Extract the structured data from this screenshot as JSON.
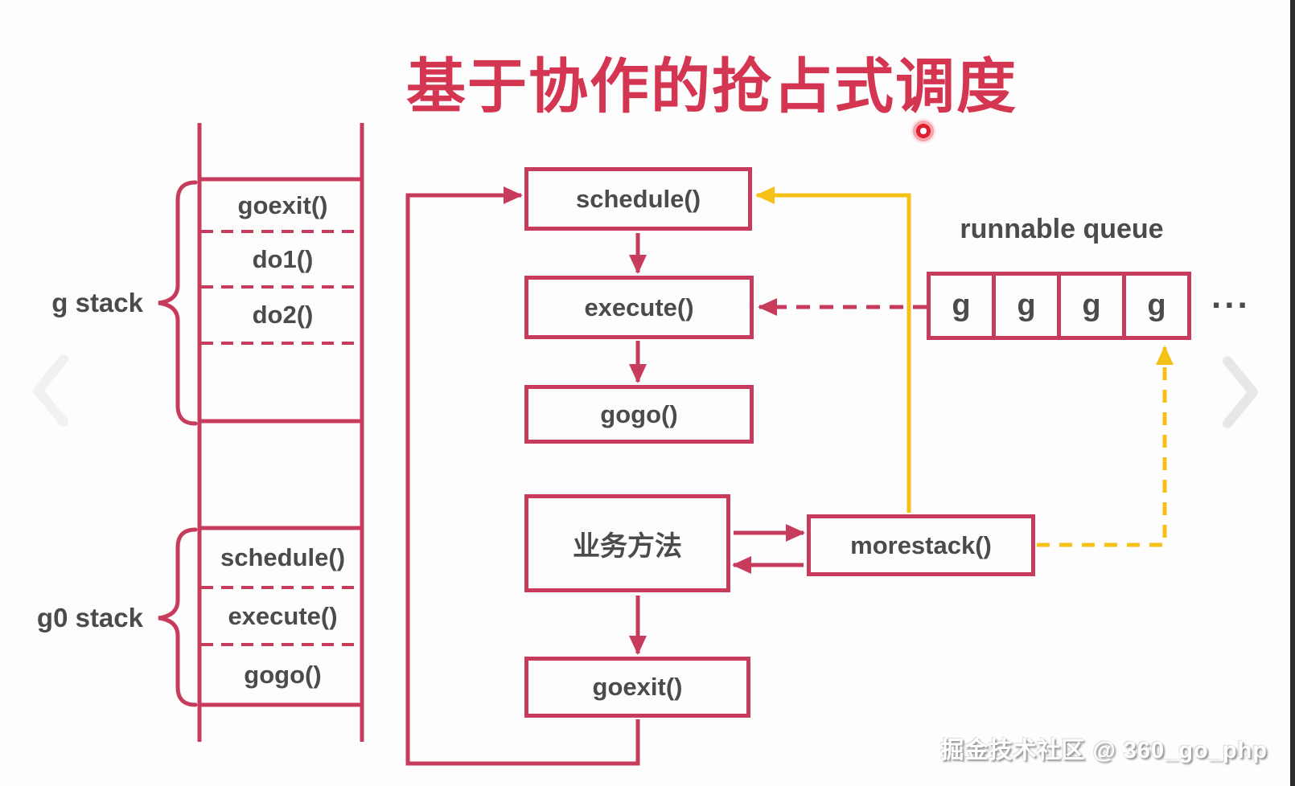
{
  "title": "基于协作的抢占式调度",
  "stack": {
    "g_label": "g stack",
    "g0_label": "g0 stack",
    "g_cells": [
      "goexit()",
      "do1()",
      "do2()"
    ],
    "g0_cells": [
      "schedule()",
      "execute()",
      "gogo()"
    ]
  },
  "flow": {
    "schedule": "schedule()",
    "execute": "execute()",
    "gogo": "gogo()",
    "business": "业务方法",
    "goexit": "goexit()",
    "morestack": "morestack()"
  },
  "queue": {
    "label": "runnable queue",
    "cells": [
      "g",
      "g",
      "g",
      "g"
    ],
    "ellipsis": "..."
  },
  "nav": {
    "prev_icon": "chevron-left",
    "next_icon": "chevron-right"
  },
  "pointer": "laser-dot",
  "watermark": "掘金技术社区 @ 360_go_php",
  "colors": {
    "title_red": "#d43551",
    "line_red": "#c73b5c",
    "arrow_yellow": "#f6c117",
    "text_dark": "#4b4b4b",
    "watermark_shadow": "#8f8f8f"
  }
}
